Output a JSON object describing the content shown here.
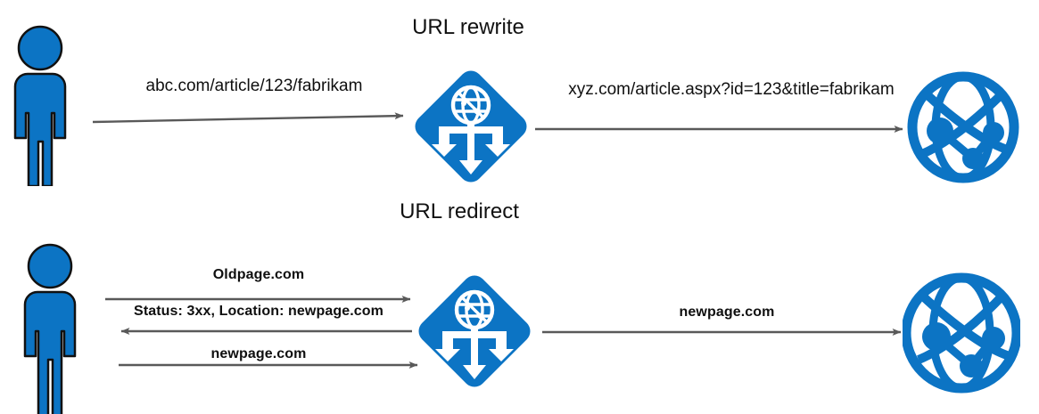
{
  "diagram": {
    "title_top": "URL rewrite",
    "title_bottom": "URL redirect",
    "colors": {
      "brand_blue": "#0c74c4",
      "arrow_gray": "#595959",
      "text_black": "#0f0f0f",
      "background": "#ffffff"
    }
  },
  "rewrite_section": {
    "client_icon": "person-icon",
    "gateway_icon": "application-gateway-icon",
    "server_icon": "web-globe-icon",
    "request_label": "abc.com/article/123/fabrikam",
    "rewritten_label": "xyz.com/article.aspx?id=123&title=fabrikam"
  },
  "redirect_section": {
    "client_icon": "person-icon",
    "gateway_icon": "application-gateway-icon",
    "server_icon": "web-globe-icon",
    "request_label": "Oldpage.com",
    "response_label": "Status: 3xx, Location: newpage.com",
    "followup_label": "newpage.com",
    "backend_label": "newpage.com"
  }
}
